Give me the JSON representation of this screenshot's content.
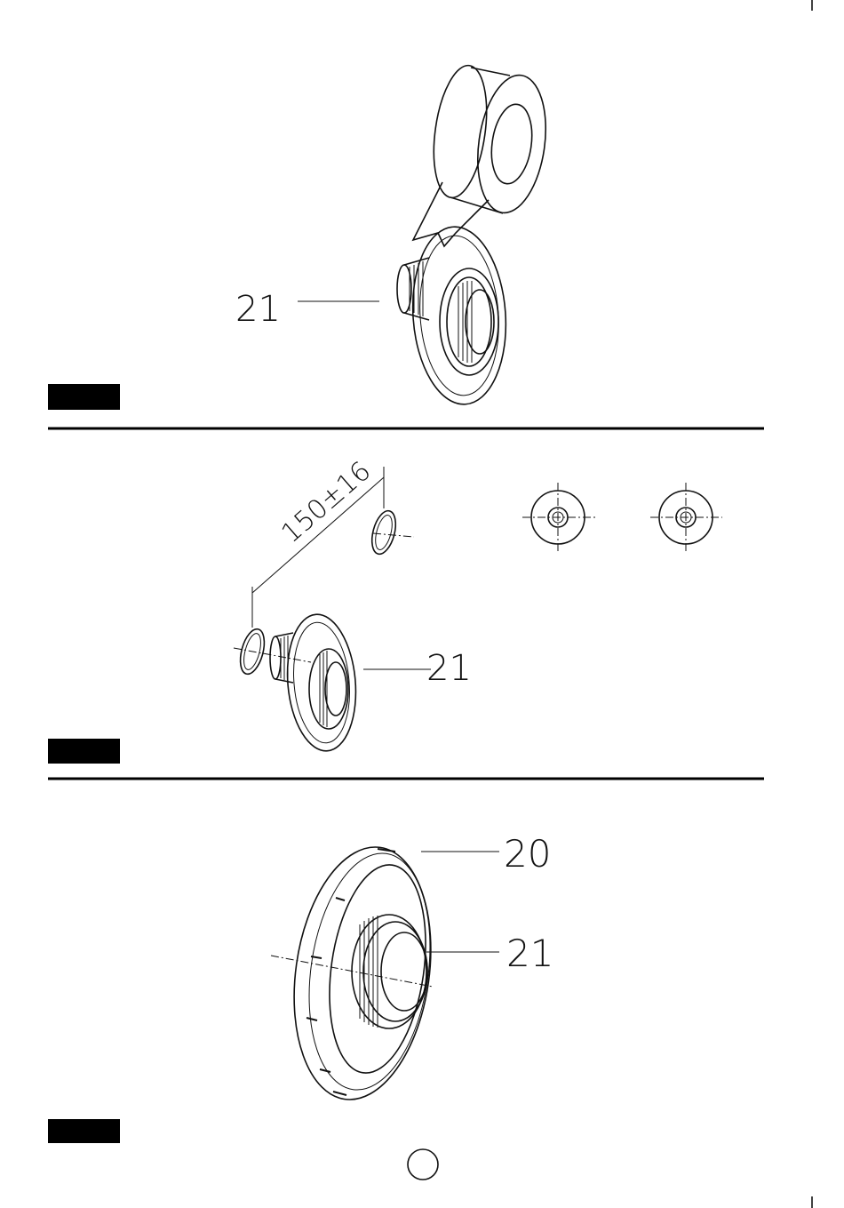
{
  "callouts": {
    "top_part": "21",
    "middle_part": "21",
    "middle_dimension": "150±16",
    "bottom_outer": "20",
    "bottom_inner": "21"
  },
  "colors": {
    "ink": "#111111",
    "paper": "#ffffff"
  }
}
